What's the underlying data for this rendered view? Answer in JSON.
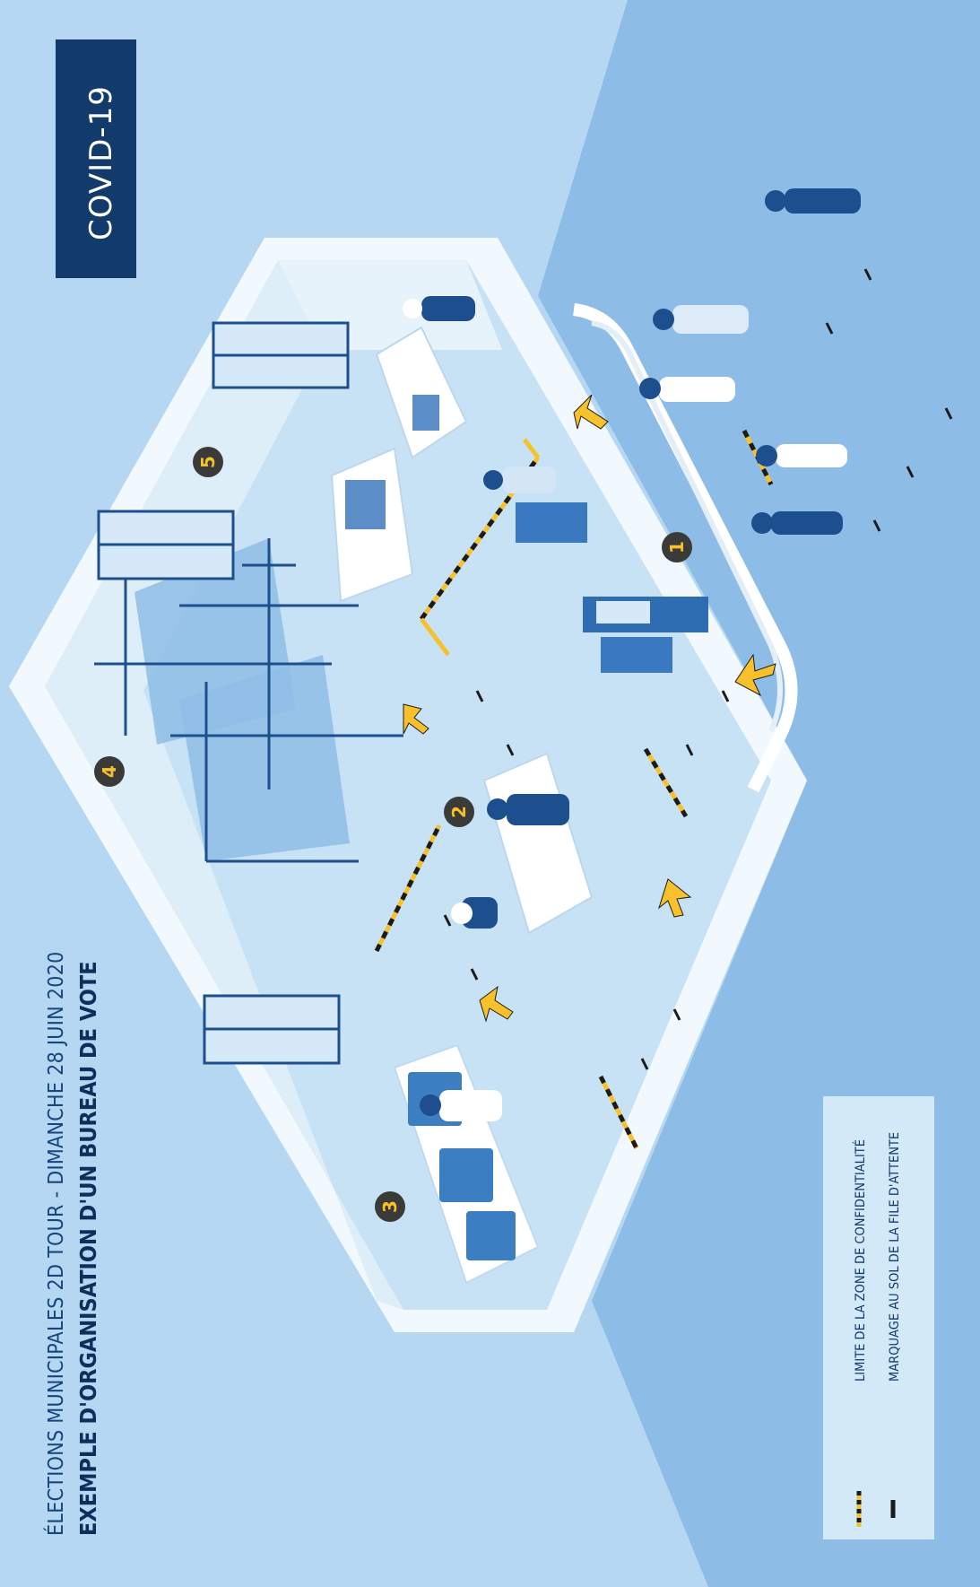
{
  "badge": {
    "label": "COVID-19"
  },
  "header": {
    "subtitle": "ÉLECTIONS MUNICIPALES 2D TOUR - DIMANCHE 28 JUIN 2020",
    "title": "EXEMPLE D'ORGANISATION D'UN BUREAU DE VOTE"
  },
  "legend": {
    "items": [
      {
        "icon": "yellow-black-dashed-line-icon",
        "label": "LIMITE DE LA ZONE DE CONFIDENTIALITÉ"
      },
      {
        "icon": "black-dash-icon",
        "label": "MARQUAGE AU SOL DE LA FILE D'ATTENTE"
      }
    ]
  },
  "markers": [
    {
      "label": "1"
    },
    {
      "label": "2"
    },
    {
      "label": "3"
    },
    {
      "label": "4"
    },
    {
      "label": "5"
    }
  ],
  "colors": {
    "badge_background": "#123a6b",
    "background": "#b6d7f1",
    "floor": "#c9e3f6",
    "wall": "#eaf5fc",
    "marker": "#3a3a38",
    "accent_yellow": "#f6c12b",
    "figure_navy": "#1d4f8e"
  }
}
